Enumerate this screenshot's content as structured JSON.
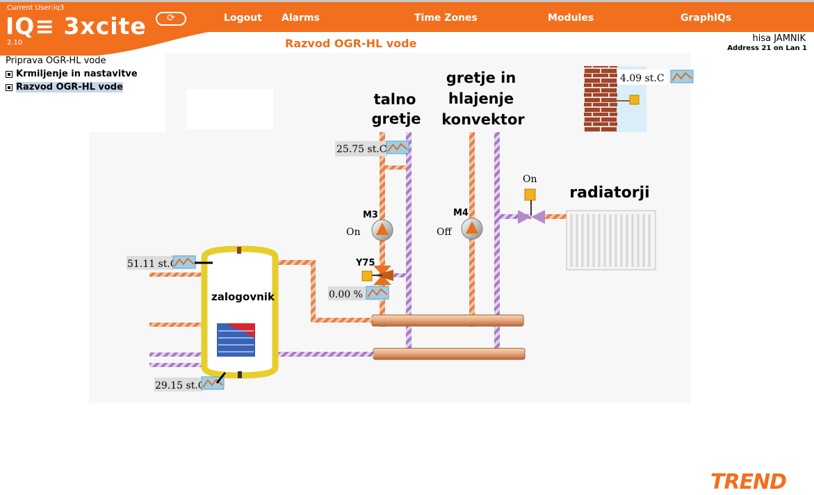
{
  "header": {
    "current_user": "Current User:iq3",
    "logo": "IQ≡ 3xcite",
    "version": "2.10",
    "nav": [
      "Logout",
      "Alarms",
      "Time Zones",
      "Modules",
      "GraphIQs"
    ]
  },
  "page_title": "Razvod OGR-HL vode",
  "site": {
    "name": "hisa JAMNIK",
    "address": "Address 21 on Lan 1"
  },
  "sidebar": {
    "heading": "Priprava OGR-HL vode",
    "items": [
      {
        "label": "Krmiljenje in nastavitve",
        "active": false
      },
      {
        "label": "Razvod OGR-HL vode",
        "active": true
      }
    ]
  },
  "diagram": {
    "labels": {
      "talno_1": "talno",
      "talno_2": "gretje",
      "gretje_1": "gretje in",
      "gretje_2": "hlajenje",
      "gretje_3": "konvektor",
      "radiatorji": "radiatorji",
      "zalogovnik": "zalogovnik",
      "m3": "M3",
      "m4": "M4",
      "y75": "Y75"
    },
    "values": {
      "outside_temp": "4.09 st.C",
      "floor_temp": "25.75 st.C",
      "tank_top_temp": "51.11 st.C",
      "tank_bottom_temp": "29.15 st.C",
      "valve_y75": "0.00 %",
      "m3_state": "On",
      "m4_state": "Off",
      "radiator_valve_state": "On"
    }
  },
  "footer": {
    "brand": "TREND"
  },
  "colors": {
    "accent": "#f26f1e",
    "pipe_hot": "#e8905a",
    "pipe_cold": "#b58acb",
    "tank": "#f2e14a"
  }
}
